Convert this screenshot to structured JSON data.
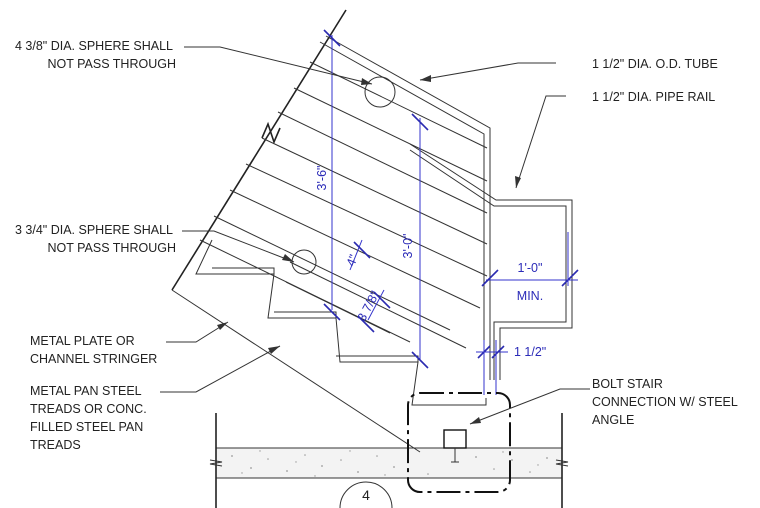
{
  "labels": {
    "sphere_438": [
      "4 3/8\" DIA. SPHERE SHALL",
      "NOT PASS THROUGH"
    ],
    "tube": [
      "1 1/2\" DIA. O.D. TUBE"
    ],
    "pipe_rail": [
      "1 1/2\" DIA. PIPE RAIL"
    ],
    "sphere_334": [
      "3 3/4\" DIA. SPHERE SHALL",
      "NOT PASS THROUGH"
    ],
    "stringer": [
      "METAL PLATE OR",
      "CHANNEL STRINGER"
    ],
    "treads": [
      "METAL PAN STEEL",
      "TREADS OR CONC.",
      "FILLED STEEL PAN",
      "TREADS"
    ],
    "bolt": [
      "BOLT STAIR",
      "CONNECTION W/ STEEL",
      "ANGLE"
    ]
  },
  "dimensions": {
    "guard_height": "3'-6\"",
    "rail_height": "3'-0\"",
    "gap_4": "4\"",
    "gap_378": "3 7/8\"",
    "extension": "1'-0\"",
    "extension_note": "MIN.",
    "rail_offset": "1 1/2\""
  },
  "detail_marker": "4"
}
